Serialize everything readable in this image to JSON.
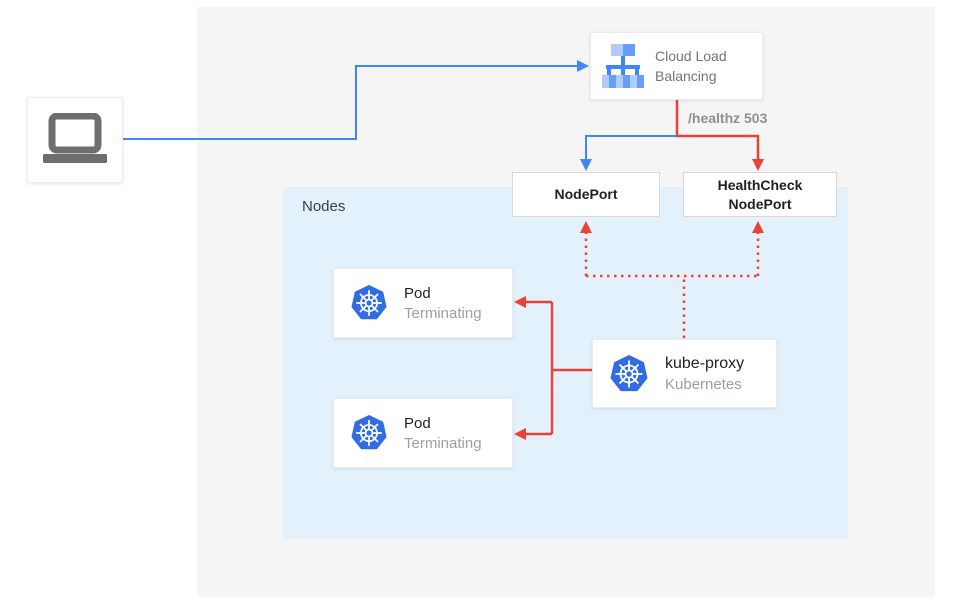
{
  "diagram": {
    "client": {
      "icon": "laptop-icon"
    },
    "cloud_lb": {
      "label": "Cloud Load Balancing",
      "icon": "cloud-load-balancing-icon"
    },
    "healthz_label": "/healthz 503",
    "nodeport": {
      "label": "NodePort"
    },
    "healthcheck_nodeport": {
      "label": "HealthCheck NodePort"
    },
    "nodes_group": {
      "label": "Nodes"
    },
    "pod_top": {
      "label": "Pod",
      "status": "Terminating",
      "icon": "kubernetes-icon"
    },
    "pod_bottom": {
      "label": "Pod",
      "status": "Terminating",
      "icon": "kubernetes-icon"
    },
    "kube_proxy": {
      "label": "kube-proxy",
      "sublabel": "Kubernetes",
      "icon": "kubernetes-icon"
    }
  },
  "colors": {
    "traffic_blue": "#4285f4",
    "error_red": "#ea4335",
    "kubernetes_blue": "#326ce5",
    "nodes_bg": "#e3f1fd",
    "panel_bg": "#f5f5f6",
    "muted_text": "#757575"
  }
}
